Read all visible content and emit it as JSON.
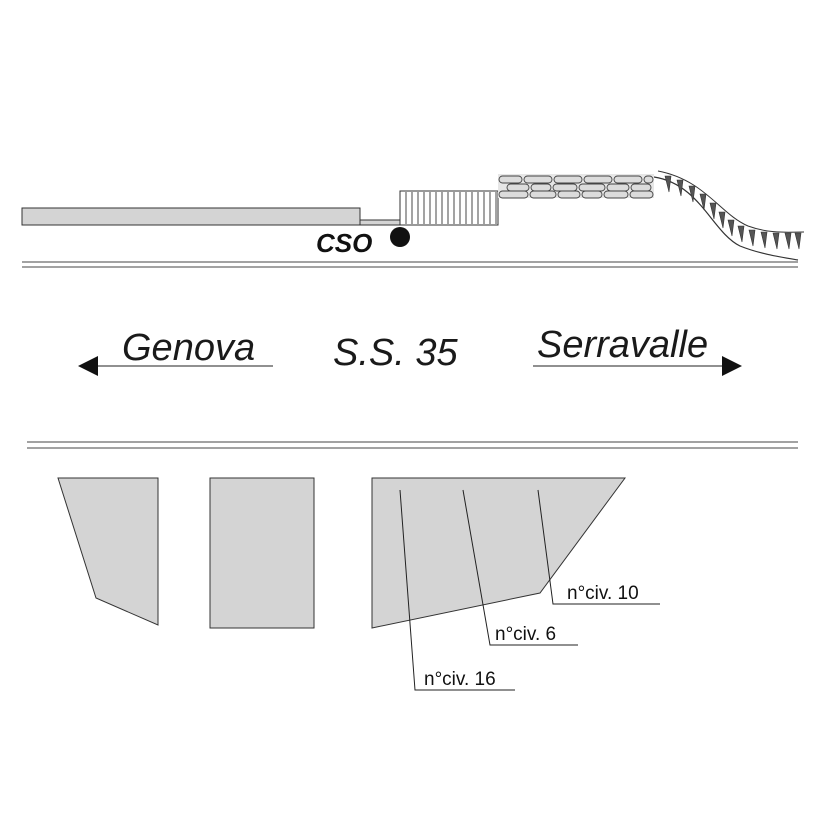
{
  "labels": {
    "cso": "CSO",
    "left_direction": "Genova",
    "road": "S.S. 35",
    "right_direction": "Serravalle",
    "civ_10": "n°civ. 10",
    "civ_6": "n°civ. 6",
    "civ_16": "n°civ. 16"
  },
  "colors": {
    "fill": "#d4d4d4",
    "stroke": "#333333",
    "ink": "#111111"
  }
}
